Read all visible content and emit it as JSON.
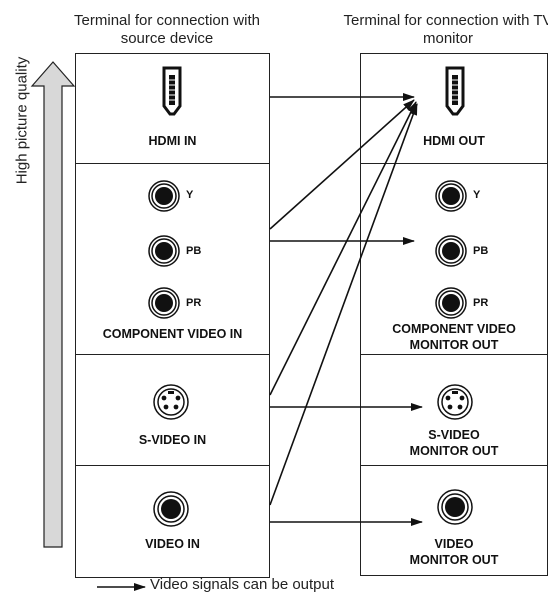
{
  "headers": {
    "source": "Terminal for connection with source device",
    "tv": "Terminal for connection with TV monitor"
  },
  "axis_label": "High picture quality",
  "left_terminals": {
    "hdmi": "HDMI IN",
    "component": "COMPONENT VIDEO IN",
    "svideo": "S-VIDEO IN",
    "video": "VIDEO IN"
  },
  "right_terminals": {
    "hdmi": "HDMI OUT",
    "component_line1": "COMPONENT VIDEO",
    "component_line2": "MONITOR OUT",
    "svideo_line1": "S-VIDEO",
    "svideo_line2": "MONITOR OUT",
    "video_line1": "VIDEO",
    "video_line2": "MONITOR OUT"
  },
  "component_pins": {
    "y": "Y",
    "pb": "PB",
    "pr": "PR"
  },
  "legend": "Video signals can be output",
  "connections": [
    {
      "from": "HDMI IN",
      "to": "HDMI OUT"
    },
    {
      "from": "COMPONENT VIDEO IN",
      "to": "HDMI OUT"
    },
    {
      "from": "COMPONENT VIDEO IN",
      "to": "COMPONENT VIDEO MONITOR OUT"
    },
    {
      "from": "S-VIDEO IN",
      "to": "HDMI OUT"
    },
    {
      "from": "S-VIDEO IN",
      "to": "S-VIDEO MONITOR OUT"
    },
    {
      "from": "VIDEO IN",
      "to": "HDMI OUT"
    },
    {
      "from": "VIDEO IN",
      "to": "VIDEO MONITOR OUT"
    }
  ]
}
